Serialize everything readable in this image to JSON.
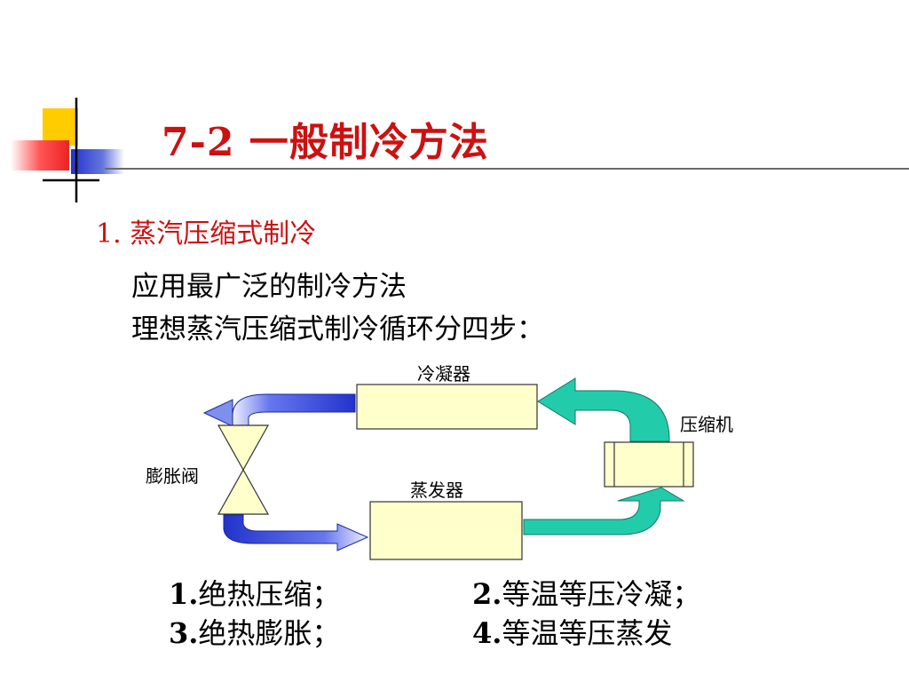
{
  "slide": {
    "title": "7-2  一般制冷方法",
    "section": "1. 蒸汽压缩式制冷",
    "lines": [
      "应用最广泛的制冷方法",
      "理想蒸汽压缩式制冷循环分四步："
    ]
  },
  "diagram": {
    "condenser_label": "冷凝器",
    "compressor_label": "压缩机",
    "expansion_valve_label": "膨胀阀",
    "evaporator_label": "蒸发器"
  },
  "steps": [
    {
      "num": "1.",
      "text": "绝热压缩；"
    },
    {
      "num": "2.",
      "text": "等温等压冷凝；"
    },
    {
      "num": "3.",
      "text": "绝热膨胀；"
    },
    {
      "num": "4.",
      "text": "等温等压蒸发"
    }
  ],
  "colors": {
    "title": "#cc1111",
    "box_fill": "#ffffcc",
    "hot_arrow": "#22ccaa",
    "cold_arrow": "#2233cc",
    "deco_yellow": "#ffcc00",
    "deco_red": "#ff3333",
    "deco_blue": "#3344cc"
  }
}
